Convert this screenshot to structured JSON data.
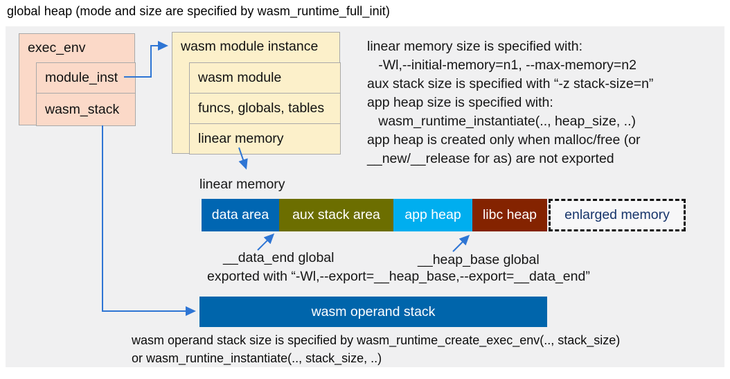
{
  "title": "global heap (mode and size are specified by wasm_runtime_full_init)",
  "exec_env": {
    "title": "exec_env",
    "rows": [
      {
        "label": "module_inst"
      },
      {
        "label": "wasm_stack"
      }
    ]
  },
  "module_instance": {
    "title": "wasm module instance",
    "rows": [
      {
        "label": "wasm module"
      },
      {
        "label": "funcs, globals, tables"
      },
      {
        "label": "linear memory"
      }
    ]
  },
  "notes": {
    "lines": [
      "linear memory size is specified with:",
      "   -Wl,--initial-memory=n1, --max-memory=n2",
      "aux stack size is specified with “-z stack-size=n”",
      "app heap size is specified with:",
      "   wasm_runtime_instantiate(.., heap_size, ..)",
      "app heap is created only when malloc/free (or",
      "__new/__release for as) are not exported"
    ]
  },
  "linear_memory": {
    "caption": "linear memory",
    "segments": [
      {
        "label": "data area",
        "color": "#0066b2"
      },
      {
        "label": "aux stack area",
        "color": "#6c6e00"
      },
      {
        "label": "app heap",
        "color": "#00aeef"
      },
      {
        "label": "libc heap",
        "color": "#842300"
      },
      {
        "label": "enlarged memory",
        "color": "#f7f7f8",
        "text_color": "#17356b",
        "border": "dashed"
      }
    ]
  },
  "annotations": {
    "data_end_label": "__data_end global",
    "heap_base_label": "__heap_base global",
    "export_line": "exported with “-Wl,--export=__heap_base,--export=__data_end”"
  },
  "operand_stack": {
    "label": "wasm operand stack",
    "color": "#0065ab"
  },
  "footer": {
    "lines": [
      "wasm operand stack size is specified by wasm_runtime_create_exec_env(.., stack_size)",
      "or wasm_runtine_instantiate(.., stack_size, ..)"
    ]
  },
  "style": {
    "panel_bg": "#f0f0f1",
    "exec_env_bg": "#fbd9c8",
    "module_instance_bg": "#fcf0ca",
    "arrow_color": "#2e75d4"
  }
}
